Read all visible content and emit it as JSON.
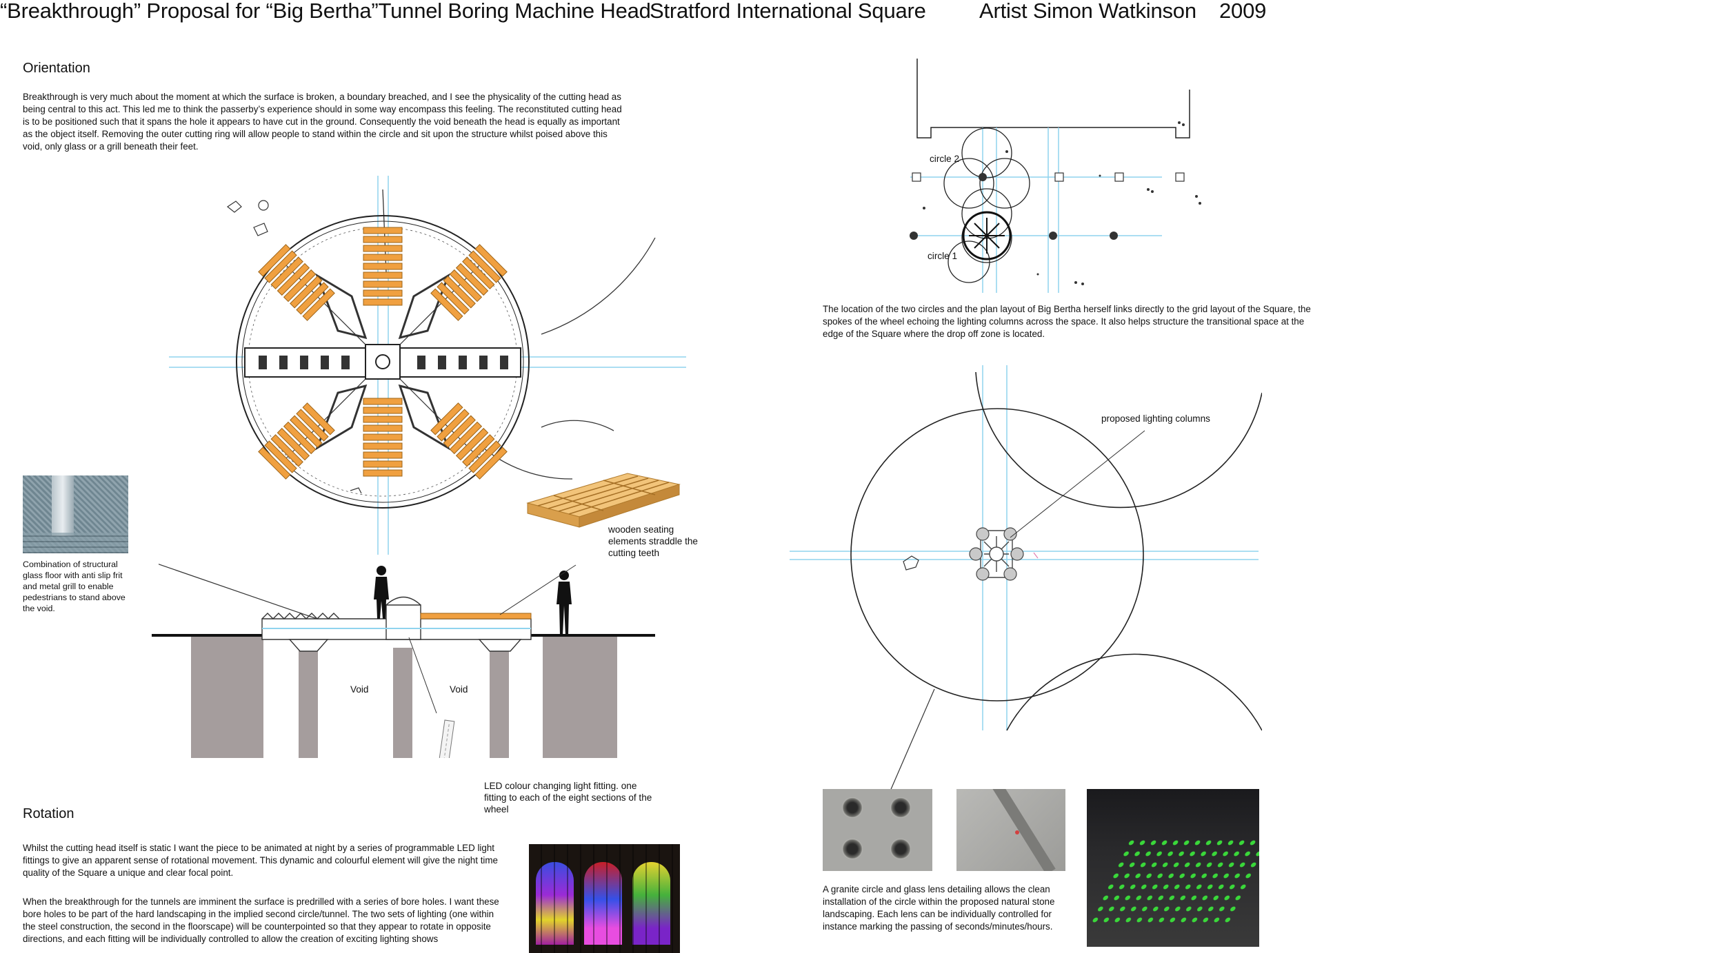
{
  "header": {
    "title": "“Breakthrough” Proposal for “Big Bertha”Tunnel Boring Machine Head",
    "location": "Stratford International Square",
    "artist": "Artist Simon Watkinson",
    "year": "2009"
  },
  "orientation": {
    "heading": "Orientation",
    "text": "Breakthrough is very much about the moment at which the surface is broken, a boundary breached, and I see the physicality of the cutting head as being central to this act.  This led me to think the passerby’s experience should in some way encompass this feeling.  The reconstituted cutting head is to be positioned such that it spans the hole it appears to have cut in the ground. Consequently the void beneath the head is equally as important as the object itself. Removing the outer cutting ring will allow people to stand within the circle and sit upon the structure whilst poised above this void, only glass or a grill beneath their feet."
  },
  "labels": {
    "glass_floor": "Combination of structural glass floor with anti slip frit and metal grill to enable pedestrians to stand above the void.",
    "wooden_seating": "wooden seating elements straddle the cutting teeth",
    "void_1": "Void",
    "void_2": "Void",
    "led_fitting": "LED colour changing light fitting. one fitting to each of the eight sections of the wheel",
    "circle_2": "circle 2",
    "circle_1": "circle 1",
    "proposed_lighting": "proposed lighting columns"
  },
  "location_text": "The location of the two circles and the plan layout of Big Bertha herself links directly to the grid layout of the Square, the spokes of the wheel echoing the lighting columns across the space. It also helps structure the transitional space at the edge of the Square where the drop off zone is located.",
  "rotation": {
    "heading": "Rotation",
    "text_1": "Whilst the cutting head itself is static I want the piece to be animated at night by a series of programmable LED light fittings to give an apparent sense of rotational movement. This dynamic and colourful element will give the night time quality of the Square a unique and clear focal point.",
    "text_2": "When the breakthrough for the tunnels are imminent the surface is predrilled with a series of bore holes. I want these bore holes to be part of the hard landscaping in the implied second circle/tunnel. The two sets of lighting (one within the steel construction, the second in the floorscape) will be counterpointed so that they appear to rotate in opposite directions, and each fitting will be individually controlled to allow the creation of exciting lighting shows"
  },
  "granite_text": "A granite circle and glass lens detailing allows the clean installation of the circle within the proposed natural stone landscaping. Each lens can be individually controlled for instance marking the passing of seconds/minutes/hours.",
  "colors": {
    "timber": "#f0a040",
    "grid_line": "#8fd3ee",
    "ground": "#a59d9d",
    "lens_green": "#3ad83a"
  }
}
